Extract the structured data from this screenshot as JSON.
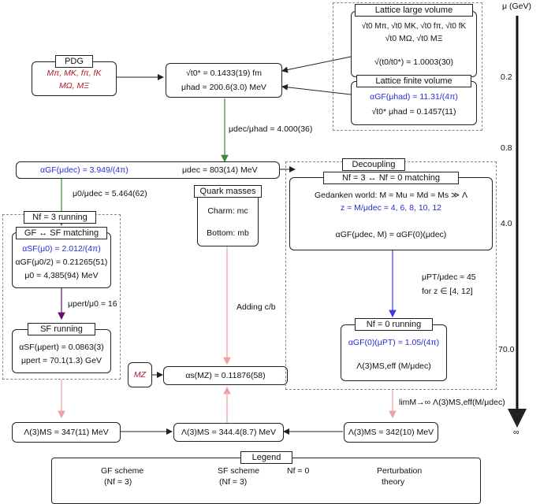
{
  "colors": {
    "gf": "#3a8a3a",
    "sf": "#6a0a6a",
    "nf0": "#3a3ae0",
    "pert": "#f0a0a0",
    "red": "#b2182b",
    "blue": "#2a2ad6"
  },
  "scale": {
    "title": "μ (GeV)",
    "ticks": [
      "0.2",
      "0.8",
      "4.0",
      "70.0",
      "∞"
    ]
  },
  "pdg": {
    "title": "PDG",
    "line1": "Mπ, MK, fπ, fK",
    "line2": "MΩ, MΞ"
  },
  "lattice_large": {
    "title": "Lattice large volume",
    "line1": "√t0 Mπ, √t0 MK, √t0 fπ, √t0 fK",
    "line2": "√t0 MΩ, √t0 MΞ",
    "line3": "√(t0/t0*) = 1.0003(30)"
  },
  "lattice_finite": {
    "title": "Lattice finite volume",
    "line1": "αGF(μhad) = 11.31/(4π)",
    "line2": "√t0* μhad = 0.1457(11)"
  },
  "had": {
    "line1": "√t0* = 0.1433(19) fm",
    "line2": "μhad = 200.6(3.0) MeV"
  },
  "ratio_dec_had": "μdec/μhad = 4.000(36)",
  "dec_row": {
    "alpha": "αGF(μdec) = 3.949/(4π)",
    "mu": "μdec = 803(14) MeV"
  },
  "ratio_0_dec": "μ0/μdec = 5.464(62)",
  "nf3": {
    "title": "Nf = 3 running"
  },
  "matching": {
    "title": "GF ↔ SF matching",
    "line1": "αSF(μ0) = 2.012/(4π)",
    "line2": "αGF(μ0/2) = 0.21265(51)",
    "line3": "μ0 = 4,385(94) MeV"
  },
  "ratio_pert": "μpert/μ0 = 16",
  "sf_running": {
    "title": "SF running",
    "line1": "αSF(μpert) = 0.0863(3)",
    "line2": "μpert = 70.1(1.3) GeV"
  },
  "quark": {
    "title": "Quark masses",
    "charm": "Charm: mc",
    "bottom": "Bottom: mb"
  },
  "adding": "Adding c/b",
  "mz": "MZ",
  "alphas": "αs(MZ) = 0.11876(58)",
  "decoupling": {
    "title": "Decoupling",
    "match_title": "Nf = 3 ↔ Nf = 0 matching",
    "gw": "Gedanken world: M = Mu = Md = Ms ≫ Λ",
    "z": "z = M/μdec = 4, 6, 8, 10, 12",
    "eq": "αGF(μdec, M) = αGF(0)(μdec)"
  },
  "pt_ratio": {
    "line1": "μPT/μdec ≈ 45",
    "line2": "for z ∈ [4, 12]"
  },
  "nf0": {
    "title": "Nf = 0 running",
    "line1": "αGF(0)(μPT) = 1.05/(4π)",
    "line2": "Λ(3)MS,eff (M/μdec)"
  },
  "lim": "limM→∞ Λ(3)MS,eff(M/μdec)",
  "lambdas": {
    "left": "Λ(3)MS = 347(11) MeV",
    "mid": "Λ(3)MS = 344.4(8.7) MeV",
    "right": "Λ(3)MS = 342(10) MeV"
  },
  "legend": {
    "title": "Legend",
    "gf1": "GF scheme",
    "gf2": "(Nf = 3)",
    "sf1": "SF scheme",
    "sf2": "(Nf = 3)",
    "nf0": "Nf = 0",
    "pt1": "Perturbation",
    "pt2": "theory"
  }
}
